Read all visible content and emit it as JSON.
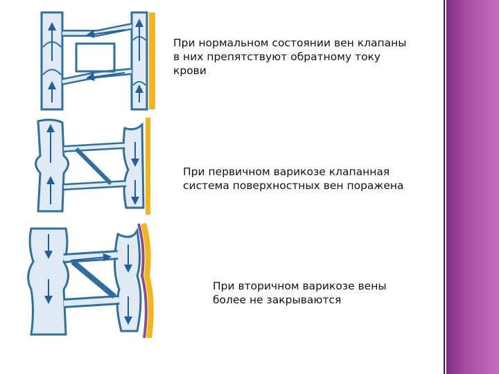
{
  "colors": {
    "vein_outline": "#2f6f9f",
    "vein_fill": "#dfeaf4",
    "flow_arrow": "#1f5fa0",
    "yellow_layer": "#f2b51c",
    "purple_layer": "#8a4e8e",
    "side_band": "#a84ca6"
  },
  "captions": [
    {
      "text": "При нормальном состоянии вен клапаны\nв них препятствуют обратному току\nкрови"
    },
    {
      "text": "При первичном варикозе клапанная\nсистема поверхностных вен поражена"
    },
    {
      "text": "При вторичном варикозе вены\nболее не закрываются"
    }
  ]
}
